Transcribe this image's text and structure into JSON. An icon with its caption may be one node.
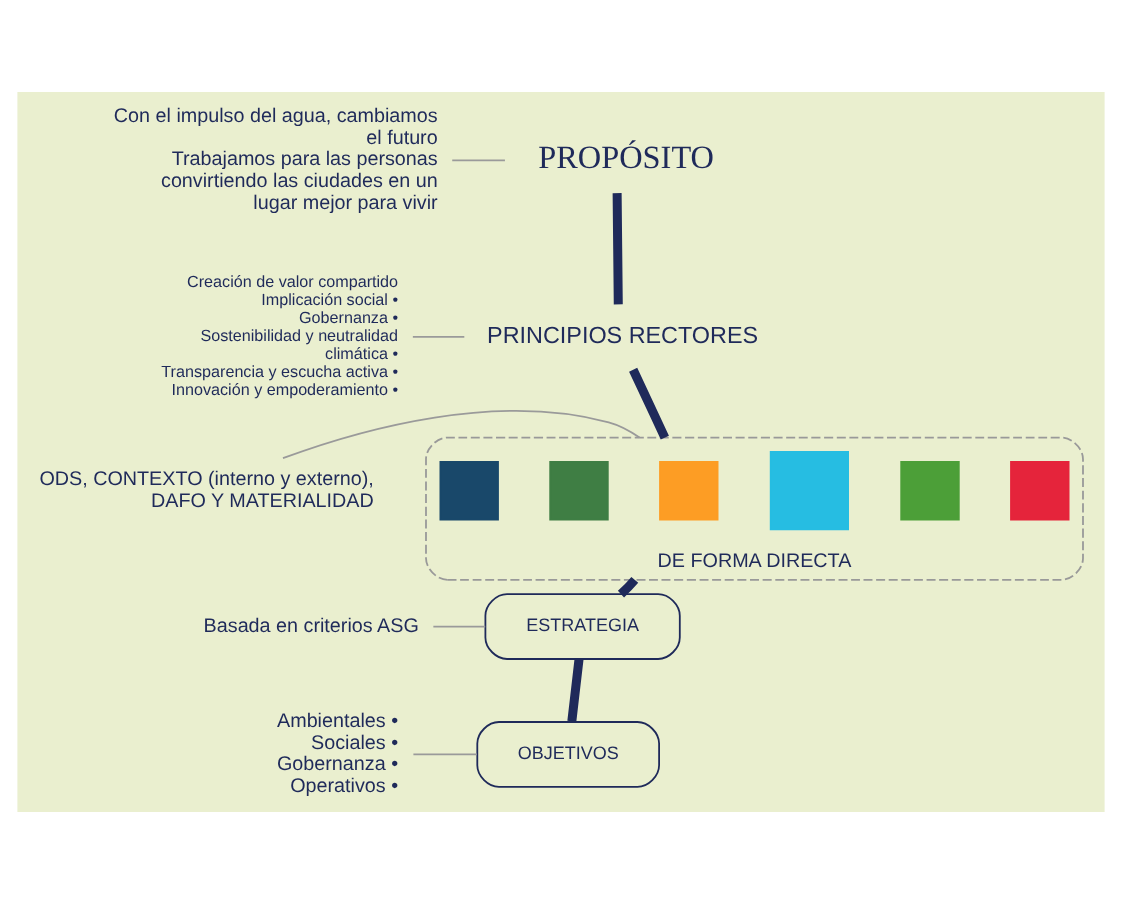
{
  "diagram": {
    "nodes": [
      {
        "text": [
          "PROPÓSITO"
        ]
      },
      {
        "text": [
          "Con el impulso del agua, cambiamos el futuro",
          "Trabajamos para las personas convirtiendo las ciudades en un lugar mejor para vivir"
        ]
      },
      {
        "text": [
          "PRINCIPIOS RECTORES"
        ]
      },
      {
        "text": [
          "Creación de valor compartido",
          "Implicación social •",
          "Gobernanza •",
          "Sostenibilidad y neutralidad climática •",
          "Transparencia y escucha activa •",
          "Innovación y empoderamiento •"
        ]
      },
      {
        "text": [
          "DE FORMA DIRECTA"
        ]
      },
      {
        "text": [],
        "shape": "box",
        "in": 4
      },
      {
        "text": [],
        "shape": "box",
        "in": 4
      },
      {
        "text": [],
        "shape": "box",
        "in": 4
      },
      {
        "text": [],
        "shape": "box",
        "in": 4
      },
      {
        "text": [],
        "shape": "box",
        "in": 4
      },
      {
        "text": [],
        "shape": "box",
        "in": 4
      },
      {
        "text": [
          "ODS, CONTEXTO (interno y externo), DAFO Y MATERIALIDAD"
        ]
      },
      {
        "text": [
          "ESTRATEGIA"
        ]
      },
      {
        "text": [
          "Basada en criterios ASG"
        ]
      },
      {
        "text": [
          "OBJETIVOS"
        ]
      },
      {
        "text": [
          "Ambientales •",
          "Sociales •",
          "Gobernanza •",
          "Operativos •"
        ]
      }
    ],
    "edges": [
      {
        "from": 1,
        "to": 0,
        "arrow": "none"
      },
      {
        "from": 3,
        "to": 2,
        "arrow": "none"
      },
      {
        "from": 11,
        "to": 4,
        "arrow": "none"
      },
      {
        "from": 13,
        "to": 12,
        "arrow": "none"
      },
      {
        "from": 15,
        "to": 14,
        "arrow": "none"
      },
      {
        "from": 0,
        "to": 2,
        "arrow": "none",
        "style": "thick",
        "color": "#1f2a5a"
      },
      {
        "from": 2,
        "to": 4,
        "arrow": "none",
        "style": "thick",
        "color": "#1f2a5a"
      },
      {
        "from": 4,
        "to": 12,
        "arrow": "none",
        "style": "thick",
        "color": "#1f2a5a"
      },
      {
        "from": 12,
        "to": 14,
        "arrow": "none",
        "style": "thick",
        "color": "#1f2a5a"
      }
    ]
  }
}
